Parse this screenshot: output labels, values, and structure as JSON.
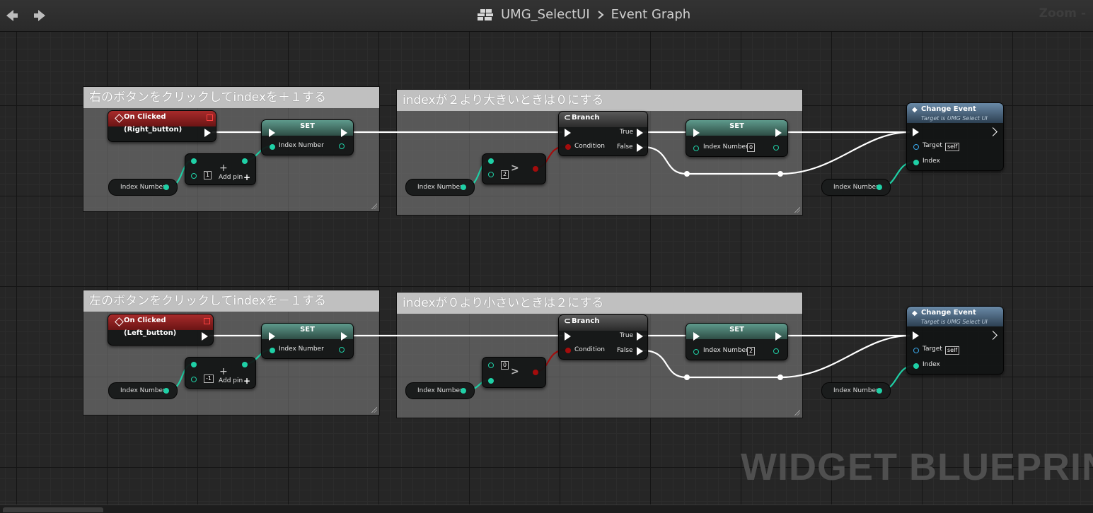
{
  "breadcrumb": {
    "asset": "UMG_SelectUI",
    "graph": "Event Graph"
  },
  "toolbar": {
    "zoom": "Zoom -"
  },
  "watermark": "WIDGET BLUEPRINT",
  "comments": {
    "right_inc": "右のボタンをクリックしてindexを＋１する",
    "right_clamp": "indexが２より大きいときは０にする",
    "left_dec": "左のボタンをクリックしてindexを－１する",
    "left_clamp": "indexが０より小さいときは２にする"
  },
  "nodes": {
    "event_right": "On Clicked (Right_button)",
    "event_left": "On Clicked (Left_button)",
    "set": "SET",
    "index_number": "Index Number",
    "add_pin": "Add pin",
    "add_value_right": "1",
    "add_value_left": "-1",
    "compare_value_right": "2",
    "compare_value_left": "0",
    "branch": "Branch",
    "condition": "Condition",
    "true_label": "True",
    "false_label": "False",
    "set_value_right": "0",
    "set_value_left": "2",
    "change_event": "Change Event",
    "change_event_sub": "Target is UMG Select UI",
    "target": "Target",
    "self": "self",
    "index": "Index"
  },
  "colors": {
    "exec": "#ffffff",
    "integer": "#1fd0a6",
    "boolean": "#a40c0c",
    "object": "#3aa6e8",
    "event_header": "#a82b2b"
  }
}
